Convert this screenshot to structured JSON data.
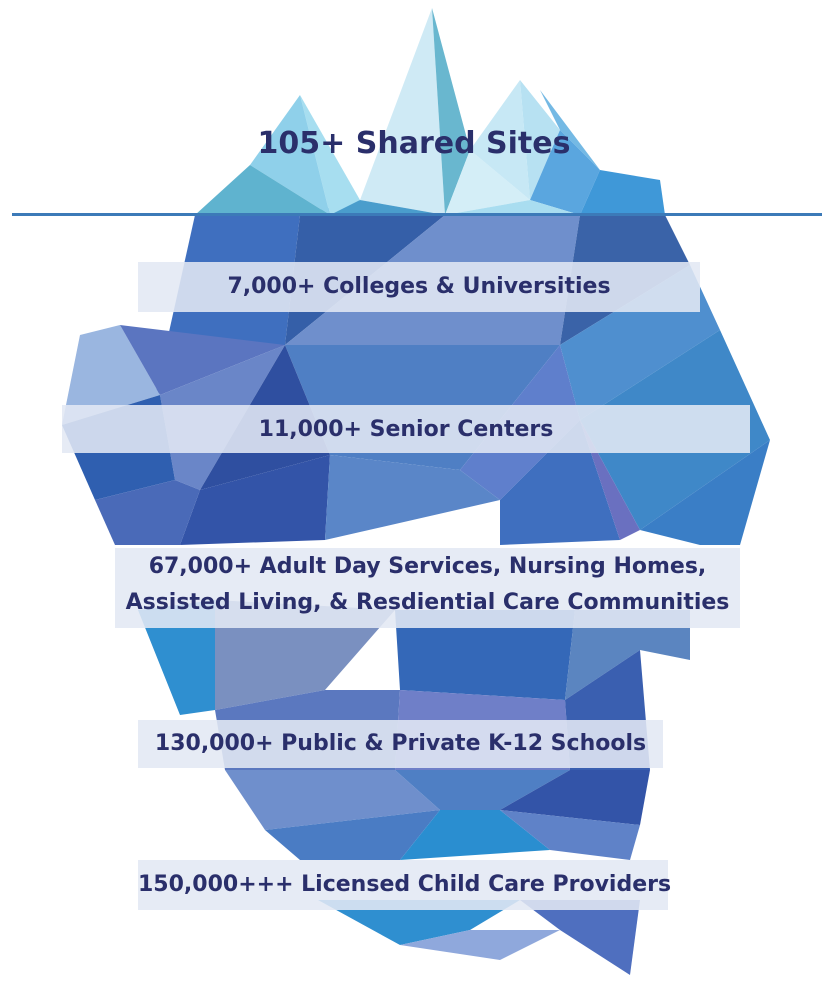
{
  "tip": {
    "label": "105+ Shared Sites"
  },
  "tiers": [
    {
      "label": "7,000+ Colleges & Universities"
    },
    {
      "label": "11,000+ Senior Centers"
    },
    {
      "label_line1": "67,000+ Adult Day Services, Nursing Homes,",
      "label_line2": "Assisted Living, & Resdiential Care Communities"
    },
    {
      "label": "130,000+ Public & Private K-12 Schools"
    },
    {
      "label": "150,000+++ Licensed Child Care Providers"
    }
  ],
  "colors": {
    "text": "#2a2f6b",
    "waterline": "#3c7ab8",
    "ice_light": "#b9e2f2",
    "ice_mid": "#4f7fc4",
    "ice_dark": "#2f4fa0"
  }
}
